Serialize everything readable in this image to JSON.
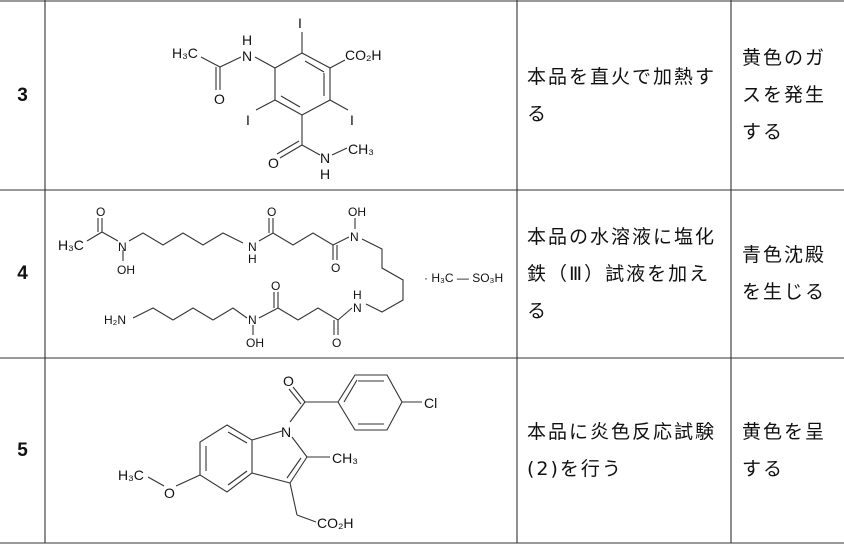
{
  "rows": [
    {
      "number": "3",
      "method": "本品を直火で加熱する",
      "result": "黄色のガスを発生する",
      "structure_labels": {
        "i_top": "I",
        "co2h": "CO₂H",
        "i_right": "I",
        "i_left": "I",
        "n_top": "N",
        "h_top": "H",
        "h3c": "H₃C",
        "o_left": "O",
        "o_bottom": "O",
        "n_bottom": "N",
        "h_bottom": "H",
        "ch3": "CH₃"
      }
    },
    {
      "number": "4",
      "method": "本品の水溶液に塩化鉄（Ⅲ）試液を加える",
      "result": "青色沈殿を生じる",
      "structure_labels": {
        "h3c": "H₃C",
        "o1": "O",
        "n1": "N",
        "oh1": "OH",
        "n2": "N",
        "h2": "H",
        "o2": "O",
        "o3": "O",
        "n3": "N",
        "oh3": "OH",
        "n4": "N",
        "h4": "H",
        "o4": "O",
        "o5": "O",
        "n5": "N",
        "oh5": "OH",
        "h2n": "H₂N",
        "salt": "· H₃C — SO₃H"
      }
    },
    {
      "number": "5",
      "method": "本品に炎色反応試験(2)を行う",
      "result": "黄色を呈する",
      "structure_labels": {
        "o_carbonyl": "O",
        "cl": "Cl",
        "n": "N",
        "ch3": "CH₃",
        "h3c": "H₃C",
        "o_methoxy": "O",
        "co2h": "CO₂H"
      }
    }
  ]
}
